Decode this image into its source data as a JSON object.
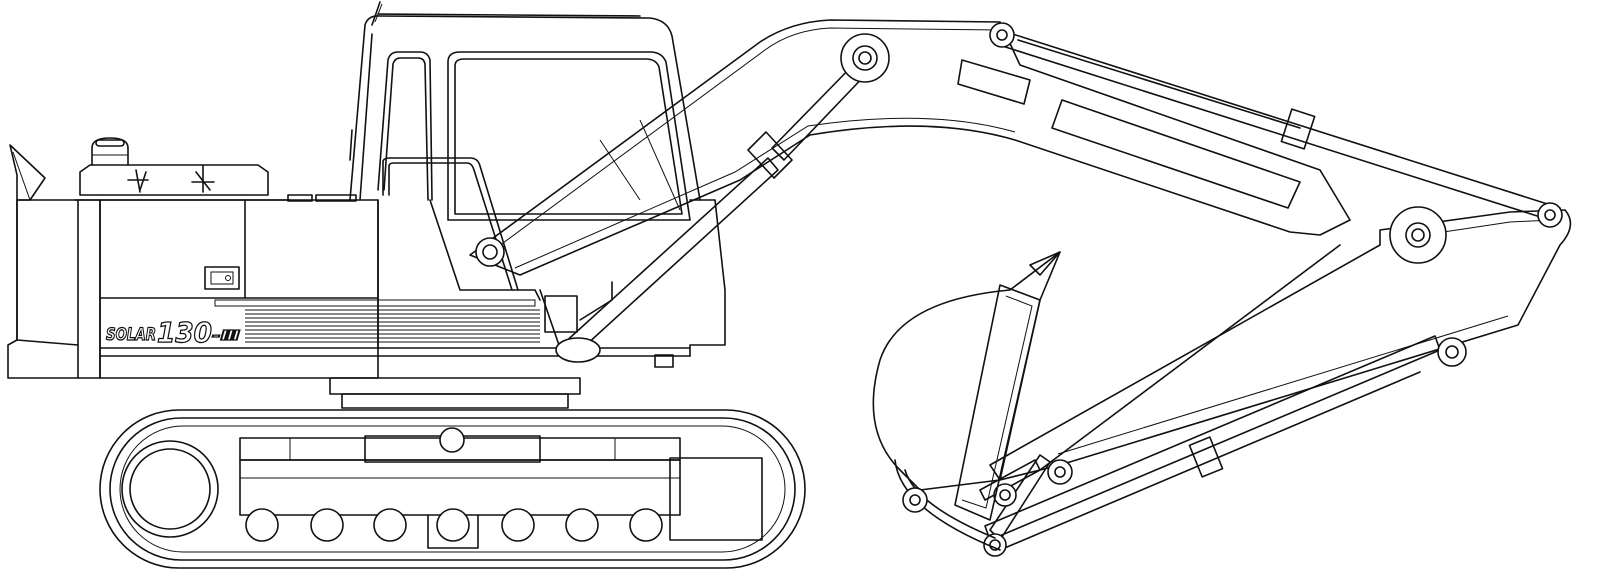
{
  "drawing": {
    "model_badge": {
      "brand": "SOLAR",
      "model": "130",
      "suffix": "-Ⅲ"
    },
    "colors": {
      "stroke": "#111111",
      "background": "#ffffff"
    }
  }
}
